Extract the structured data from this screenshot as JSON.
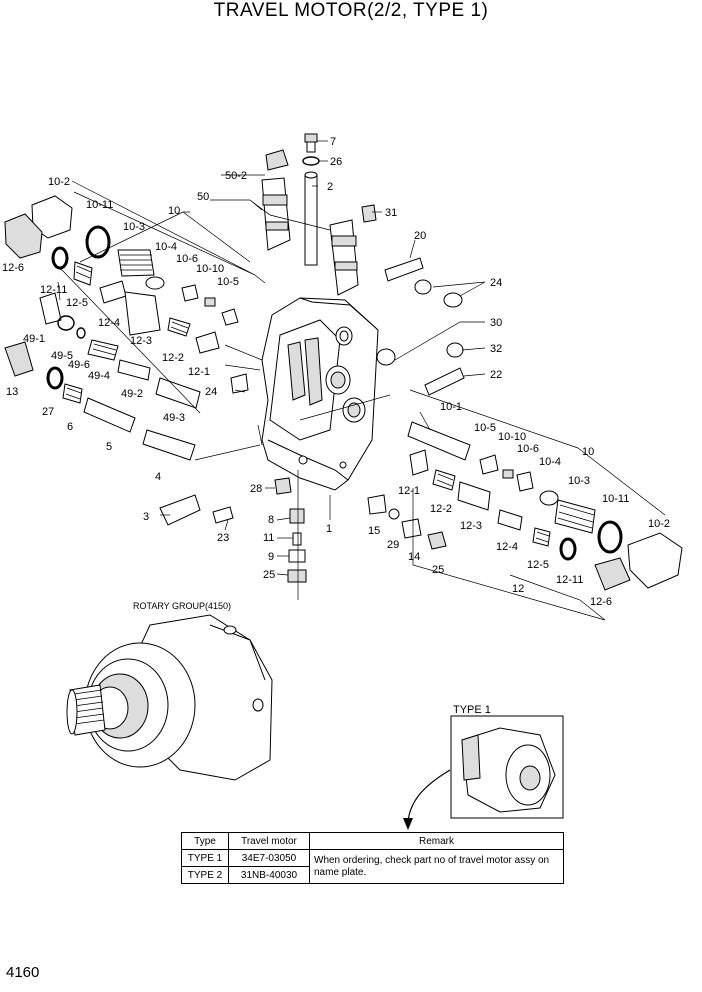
{
  "title": "TRAVEL MOTOR(2/2, TYPE 1)",
  "page_number": "4160",
  "rotary_group_label": "ROTARY GROUP(4150)",
  "type1_label": "TYPE 1",
  "labels": {
    "l7": "7",
    "l26": "26",
    "l2": "2",
    "l50_2": "50-2",
    "l50": "50",
    "l31": "31",
    "l10_2a": "10-2",
    "l10a": "10",
    "l10_11a": "10-11",
    "l10_3a": "10-3",
    "l10_4a": "10-4",
    "l10_6a": "10-6",
    "l10_10a": "10-10",
    "l10_5a": "10-5",
    "l12_6a": "12-6",
    "l12_11a": "12-11",
    "l12_5a": "12-5",
    "l12_4a": "12-4",
    "l12_3a": "12-3",
    "l12_2a": "12-2",
    "l12_1a": "12-1",
    "l49_1": "49-1",
    "l49_5": "49-5",
    "l49_6": "49-6",
    "l49_4": "49-4",
    "l49_2": "49-2",
    "l49_3": "49-3",
    "l13": "13",
    "l27": "27",
    "l6": "6",
    "l5": "5",
    "l4": "4",
    "l3": "3",
    "l23": "23",
    "l24a": "24",
    "l20": "20",
    "l24b": "24",
    "l30": "30",
    "l32": "32",
    "l22": "22",
    "l10_1": "10-1",
    "l10_5b": "10-5",
    "l10_10b": "10-10",
    "l10_6b": "10-6",
    "l10b": "10",
    "l10_4b": "10-4",
    "l10_3b": "10-3",
    "l10_11b": "10-11",
    "l10_2b": "10-2",
    "l12_1b": "12-1",
    "l12_2b": "12-2",
    "l12_3b": "12-3",
    "l12_4b": "12-4",
    "l12_5b": "12-5",
    "l12_11b": "12-11",
    "l12b": "12",
    "l12_6b": "12-6",
    "l28": "28",
    "l8": "8",
    "l11": "11",
    "l9": "9",
    "l25a": "25",
    "l1": "1",
    "l15": "15",
    "l29": "29",
    "l14": "14",
    "l25b": "25"
  },
  "table": {
    "headers": [
      "Type",
      "Travel motor",
      "Remark"
    ],
    "rows": [
      {
        "type": "TYPE 1",
        "motor": "34E7-03050"
      },
      {
        "type": "TYPE 2",
        "motor": "31NB-40030"
      }
    ],
    "remark": "When ordering, check part no of travel motor assy on name plate."
  }
}
